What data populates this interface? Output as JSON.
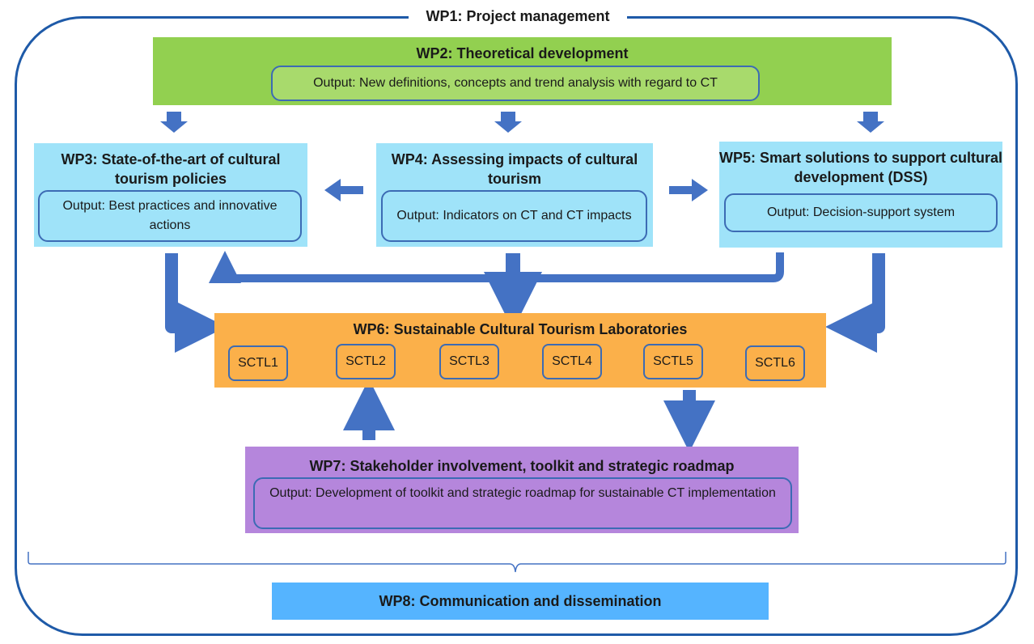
{
  "wp1": {
    "title": "WP1: Project management"
  },
  "wp2": {
    "title": "WP2: Theoretical development",
    "output": "Output: New definitions, concepts and trend analysis with regard to CT"
  },
  "wp3": {
    "title": "WP3: State-of-the-art of cultural tourism policies",
    "output": "Output: Best practices and innovative actions"
  },
  "wp4": {
    "title": "WP4: Assessing impacts of cultural tourism",
    "output": "Output: Indicators on CT and CT impacts"
  },
  "wp5": {
    "title": "WP5: Smart solutions to support cultural development (DSS)",
    "output": "Output: Decision-support system"
  },
  "wp6": {
    "title": "WP6: Sustainable Cultural Tourism Laboratories",
    "labs": [
      "SCTL1",
      "SCTL2",
      "SCTL3",
      "SCTL4",
      "SCTL5",
      "SCTL6"
    ]
  },
  "wp7": {
    "title": "WP7: Stakeholder involvement, toolkit and strategic roadmap",
    "output": "Output: Development of toolkit and strategic roadmap for sustainable CT implementation"
  },
  "wp8": {
    "title": "WP8: Communication and dissemination"
  },
  "colors": {
    "frame": "#1e5aa8",
    "arrow": "#4472c4",
    "wp2": "#92d050",
    "wp3_5": "#9fe3f9",
    "wp6": "#fbb04a",
    "wp7": "#b586dc",
    "wp8": "#55b4ff"
  }
}
